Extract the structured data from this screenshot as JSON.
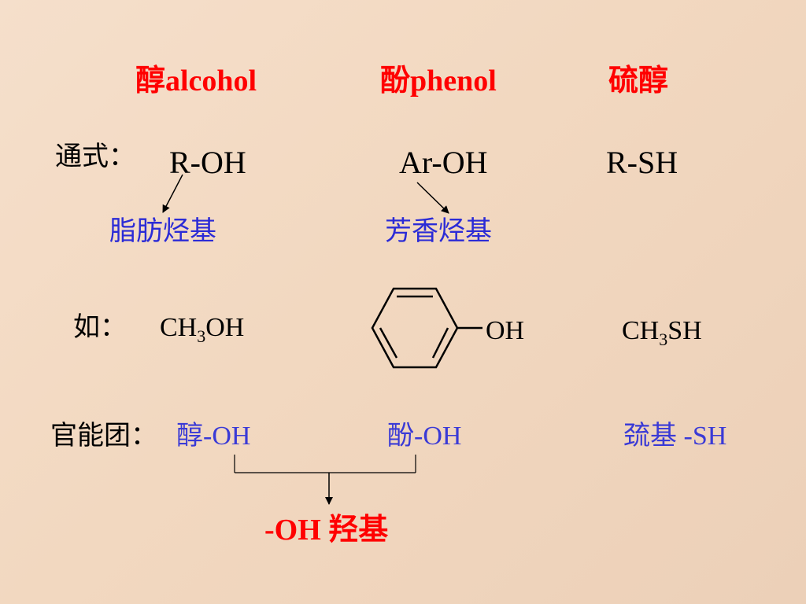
{
  "headers": {
    "alcohol": "醇alcohol",
    "phenol": "酚phenol",
    "thiol": "硫醇"
  },
  "general_formula": {
    "label": "通式：",
    "alcohol": "R-OH",
    "phenol": "Ar-OH",
    "thiol": "R-SH"
  },
  "groups": {
    "aliphatic": "脂肪烃基",
    "aromatic": "芳香烃基"
  },
  "examples": {
    "label": "如：",
    "methanol": {
      "prefix": "CH",
      "sub": "3",
      "suffix": "OH"
    },
    "phenol_oh": "OH",
    "methanethiol": {
      "prefix": "CH",
      "sub": "3",
      "suffix": "SH"
    }
  },
  "functional_group": {
    "label": "官能团：",
    "alcohol": "醇-OH",
    "phenol": "酚-OH",
    "thiol": "巯基 -SH",
    "result": "-OH 羟基"
  },
  "colors": {
    "heading": "#ff0000",
    "group_label": "#2b2bd6",
    "functional_group": "#3a3ad6",
    "result": "#ff0000"
  }
}
